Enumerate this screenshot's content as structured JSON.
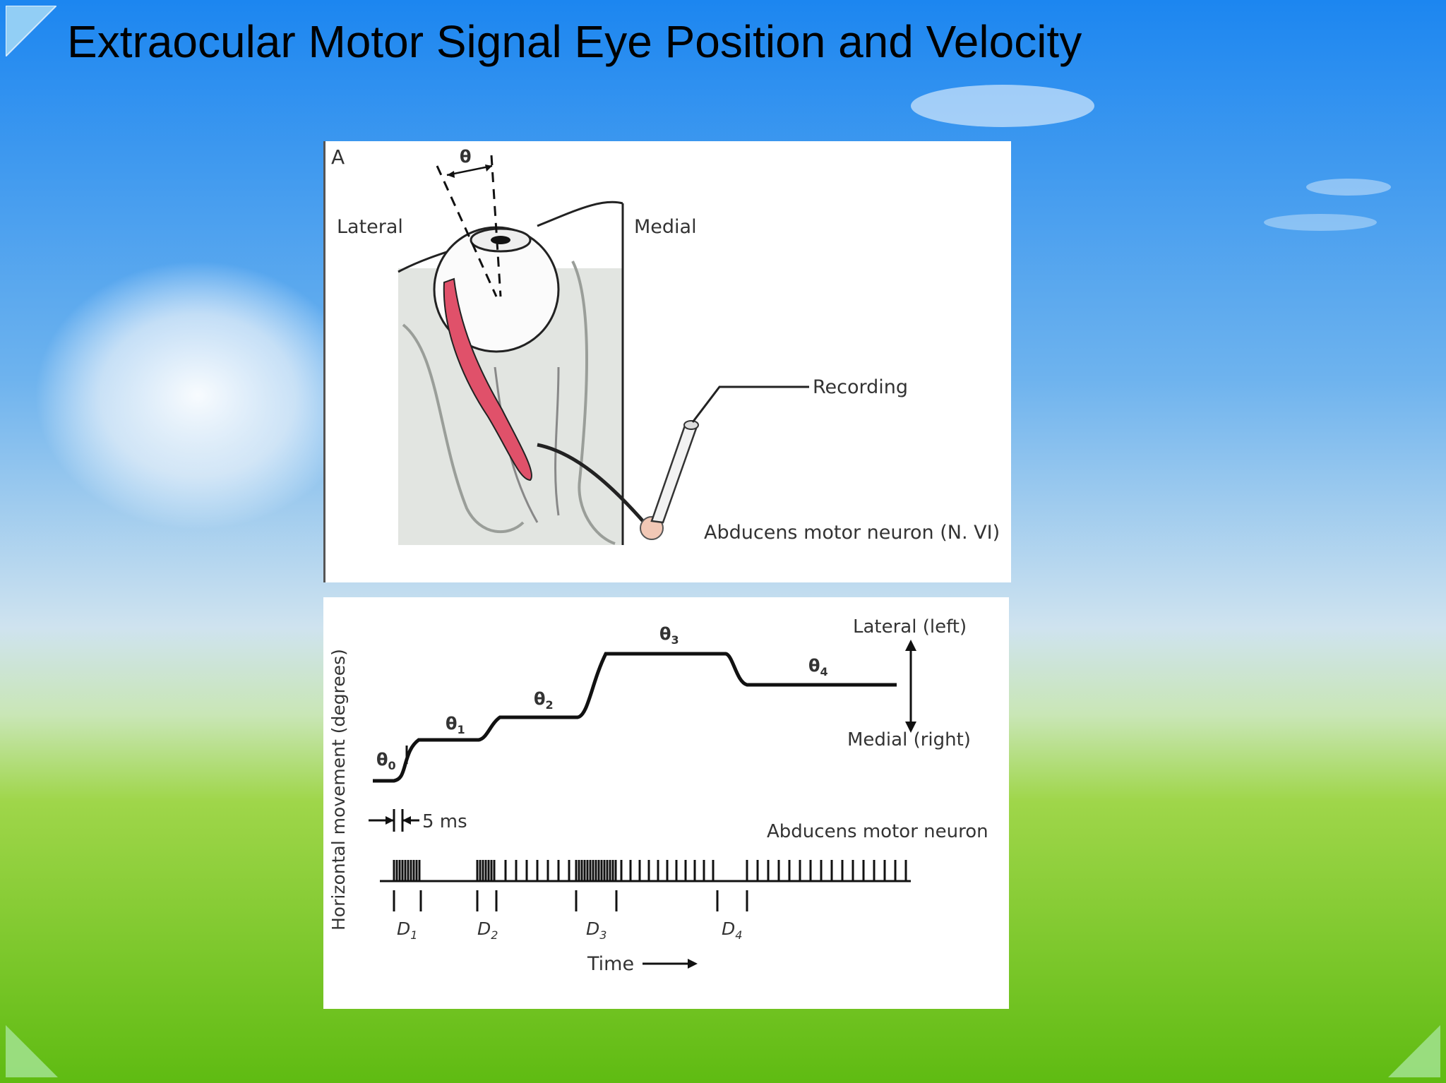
{
  "slide": {
    "title": "Extraocular Motor Signal Eye Position and Velocity"
  },
  "panel_a": {
    "label": "A",
    "theta": "θ",
    "lateral": "Lateral",
    "medial": "Medial",
    "recording": "Recording",
    "neuron": "Abducens motor neuron (N. VI)"
  },
  "panel_b": {
    "y_axis": "Horizontal movement (degrees)",
    "theta0": "θ",
    "theta0_sub": "0",
    "theta1": "θ",
    "theta1_sub": "1",
    "theta2": "θ",
    "theta2_sub": "2",
    "theta3": "θ",
    "theta3_sub": "3",
    "theta4": "θ",
    "theta4_sub": "4",
    "lateral_left": "Lateral (left)",
    "medial_right": "Medial (right)",
    "scale": "5 ms",
    "neuron": "Abducens motor neuron",
    "d1": "D",
    "d1_sub": "1",
    "d2": "D",
    "d2_sub": "2",
    "d3": "D",
    "d3_sub": "3",
    "d4": "D",
    "d4_sub": "4",
    "time": "Time"
  },
  "colors": {
    "sky_top": "#2a8df0",
    "sky_mid": "#bcd8ee",
    "grass": "#6cc21e",
    "muscle": "#e0516a",
    "corner": "#8fd0f2"
  }
}
